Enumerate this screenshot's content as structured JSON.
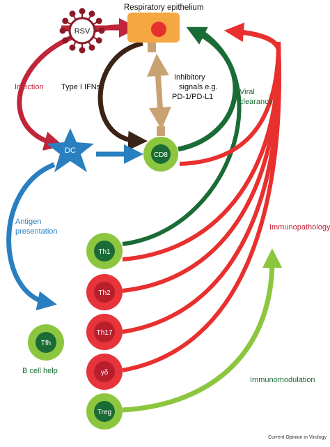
{
  "colors": {
    "red": "#e8302f",
    "dark_red": "#c0253a",
    "green_dark": "#1a6b35",
    "green_light": "#8cc63f",
    "blue": "#2a7fc0",
    "brown": "#3b2315",
    "tan": "#c9a274",
    "epithelium_fill": "#f5a742",
    "cell_red": "#d82332",
    "cell_red_outer": "#e6343a",
    "virus_dark": "#8b1a28"
  },
  "labels": {
    "epithelium": "Respiratory epithelium",
    "rsv": "RSV",
    "infection": "Infection",
    "type1_ifns": "Type I IFNs",
    "inhibitory_1": "Inhibitory",
    "inhibitory_2": "signals e.g.",
    "inhibitory_3": "PD-1/PD-L1",
    "viral_1": "Viral",
    "viral_2": "clearance",
    "antigen_1": "Antigen",
    "antigen_2": "presentation",
    "immunopathology": "Immunopathology",
    "immunomodulation": "Immunomodulation",
    "b_cell_help": "B cell help",
    "credit": "Current Opinion in Virology"
  },
  "cells": {
    "dc": "DC",
    "cd8": "CD8",
    "th1": "Th1",
    "th2": "Th2",
    "th17": "Th17",
    "gd": "γδ",
    "treg": "Treg",
    "tfh": "Tfh"
  }
}
